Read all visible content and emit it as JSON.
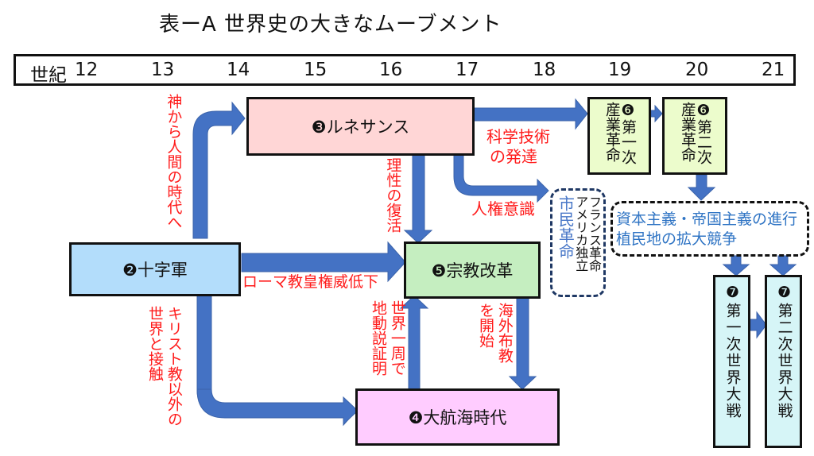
{
  "title": "表ーA 世界史の大きなムーブメント",
  "timeline": {
    "unit_label": "世紀",
    "centuries": [
      "12",
      "13",
      "14",
      "15",
      "16",
      "17",
      "18",
      "19",
      "20",
      "21"
    ]
  },
  "colors": {
    "arrow": "#4472c4",
    "annotation": "#ff1b1b",
    "blue_text": "#2f74c4",
    "crusade_fill": "#b3ddfb",
    "renaissance_fill": "#ffd6d6",
    "reformation_fill": "#c5eec0",
    "voyage_fill": "#ffccff",
    "industrial_fill": "#ecfccc",
    "worldwar_fill": "#d6f5f7"
  },
  "nodes": {
    "crusade": "❷十字軍",
    "renaissance": "❸ルネサンス",
    "voyage": "❹大航海時代",
    "reformation": "❺宗教改革",
    "industrial1": "❻第一次産業革命",
    "industrial2": "❻第二次産業革命",
    "ww1": "❼第一次世界大戦",
    "ww2": "❼第二次世界大戦",
    "civil_revolution": {
      "label": "市民革命",
      "items": [
        "フランス革命",
        "アメリカ独立"
      ]
    },
    "imperialism": [
      "資本主義・帝国主義の進行",
      "植民地の拡大競争"
    ]
  },
  "annotations": {
    "god_to_human": "神から人間の時代へ",
    "reason_revival": "理性の復活",
    "science_tech": [
      "科学技術",
      "の発達"
    ],
    "human_rights": "人権意識",
    "papal_decline": "ローマ教皇権威低下",
    "contact_world": [
      "キリスト教以外の",
      "世界と接触"
    ],
    "circumnavigation": [
      "世界一周で",
      "地動説証明"
    ],
    "missionary": [
      "海外布教",
      "を開始"
    ]
  }
}
